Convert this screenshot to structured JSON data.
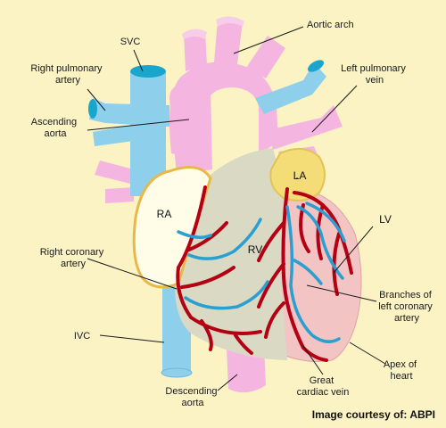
{
  "labels": {
    "svc": "SVC",
    "aortic_arch": "Aortic arch",
    "right_pulmonary_artery": [
      "Right pulmonary",
      "artery"
    ],
    "left_pulmonary_vein": [
      "Left pulmonary",
      "vein"
    ],
    "ascending_aorta": [
      "Ascending",
      "aorta"
    ],
    "la": "LA",
    "ra": "RA",
    "rv": "RV",
    "lv": "LV",
    "right_coronary_artery": [
      "Right coronary",
      "artery"
    ],
    "branches_left_coronary": [
      "Branches of",
      "left coronary",
      "artery"
    ],
    "ivc": "IVC",
    "apex_of_heart": [
      "Apex of",
      "heart"
    ],
    "great_cardiac_vein": [
      "Great",
      "cardiac vein"
    ],
    "descending_aorta": [
      "Descending",
      "aorta"
    ]
  },
  "credit": "Image courtesy of: ABPI",
  "colors": {
    "background": "#fbf3c4",
    "aorta": "#f4b6e0",
    "vena_cava": "#8ed0ec",
    "vessel_end": "#1aa6cc",
    "right_atrium": "#fffde8",
    "right_atrium_outline": "#e8b84a",
    "left_atrium": "#f4dc76",
    "right_ventricle": "#d9d9c4",
    "left_ventricle": "#f2c4c4",
    "coronary_artery": "#b30012",
    "coronary_vein": "#2b9fd0"
  }
}
